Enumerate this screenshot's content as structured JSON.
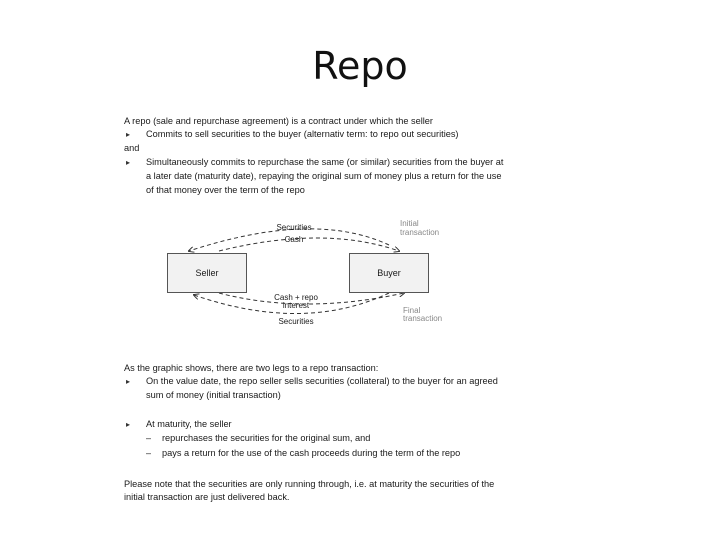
{
  "title": "Repo",
  "intro": {
    "line1": "A repo (sale and repurchase agreement) is a contract under which the seller",
    "b1": "Commits to sell securities to the buyer (alternativ term: to repo out securities)",
    "and": "and",
    "b2_l1": "Simultaneously commits to repurchase the same (or similar) securities from the buyer at",
    "b2_l2": "a later date (maturity date), repaying the original sum of money plus a return for the use",
    "b2_l3": "of that money over the term of the repo"
  },
  "diagram": {
    "seller": "Seller",
    "buyer": "Buyer",
    "top_l1": "Securities",
    "top_l2": "Cash",
    "bot_l1": "Cash + repo",
    "bot_l2": "interest",
    "bot_l3": "Securities",
    "initial_l1": "Initial",
    "initial_l2": "transaction",
    "final_l1": "Final",
    "final_l2": "transaction"
  },
  "legs": {
    "line1": "As the graphic shows, there are two legs to a repo transaction:",
    "b1_l1": "On the value date, the repo seller sells securities (collateral) to the buyer for an agreed",
    "b1_l2": "sum of money (initial transaction)",
    "b2": "At maturity, the seller",
    "d1": "repurchases the securities for the original sum, and",
    "d2": "pays a return for the use of the cash proceeds during the term of the repo"
  },
  "note": {
    "l1": "Please note that the securities are only running through, i.e. at maturity the securities of the",
    "l2": "initial transaction are just delivered back."
  }
}
